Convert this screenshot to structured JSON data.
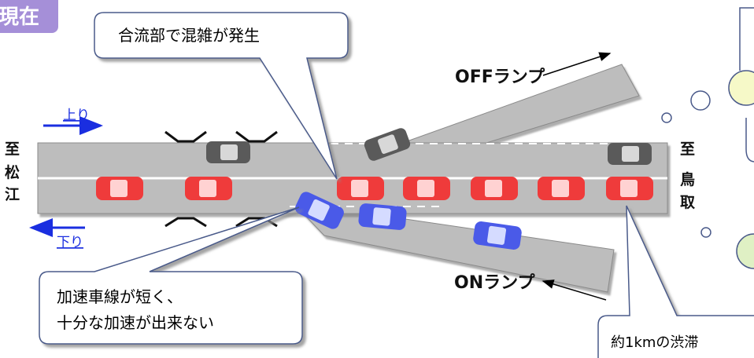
{
  "tab_label": "現在",
  "callouts": {
    "merge_congestion": "合流部で混雑が発生",
    "accel_line1": "加速車線が短く、",
    "accel_line2": "十分な加速が出来ない",
    "jam": "約1kmの渋滞"
  },
  "ramps": {
    "off": "OFFランプ",
    "on": "ONランプ"
  },
  "directions": {
    "up": "上り",
    "down": "下り"
  },
  "endpoints": {
    "left": [
      "至",
      "松",
      "江"
    ],
    "right": [
      "至",
      "鳥",
      "取"
    ]
  },
  "colors": {
    "road": "#bdbdbd",
    "road_edge": "#888888",
    "tab": "#a58fd8",
    "car_red": "#ef3b3b",
    "car_blue": "#4a5ae8",
    "car_gray": "#5a5a5a",
    "arrow_blue": "#1a2ee0",
    "bubble_yellow": "#f6f9c8",
    "bubble_green": "#dff0c4"
  }
}
